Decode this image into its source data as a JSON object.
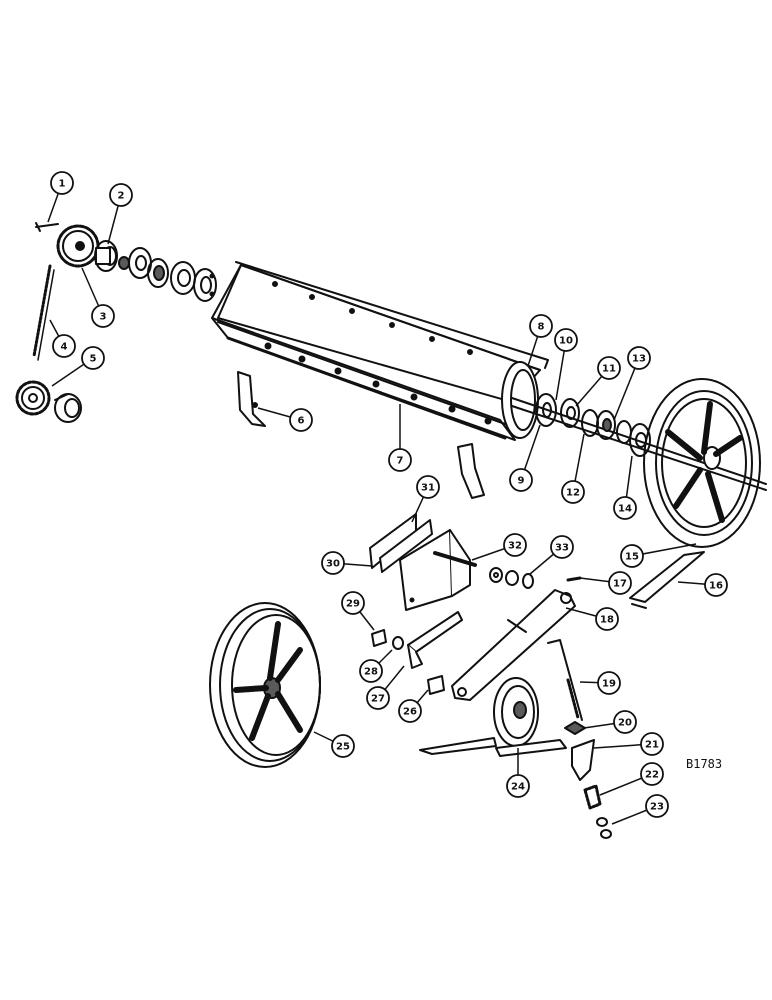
{
  "figure_id": "B1783",
  "colors": {
    "ink": "#111111",
    "paper": "#ffffff",
    "shade": "#5a5a5a"
  },
  "callouts": [
    {
      "id": "c1",
      "label": "1"
    },
    {
      "id": "c2",
      "label": "2"
    },
    {
      "id": "c3",
      "label": "3"
    },
    {
      "id": "c4",
      "label": "4"
    },
    {
      "id": "c5",
      "label": "5"
    },
    {
      "id": "c6",
      "label": "6"
    },
    {
      "id": "c7",
      "label": "7"
    },
    {
      "id": "c8",
      "label": "8"
    },
    {
      "id": "c9",
      "label": "9"
    },
    {
      "id": "c10",
      "label": "10"
    },
    {
      "id": "c11",
      "label": "11"
    },
    {
      "id": "c12",
      "label": "12"
    },
    {
      "id": "c13",
      "label": "13"
    },
    {
      "id": "c14",
      "label": "14"
    },
    {
      "id": "c15",
      "label": "15"
    },
    {
      "id": "c16",
      "label": "16"
    },
    {
      "id": "c17",
      "label": "17"
    },
    {
      "id": "c18",
      "label": "18"
    },
    {
      "id": "c19",
      "label": "19"
    },
    {
      "id": "c20",
      "label": "20"
    },
    {
      "id": "c21",
      "label": "21"
    },
    {
      "id": "c22",
      "label": "22"
    },
    {
      "id": "c23",
      "label": "23"
    },
    {
      "id": "c24",
      "label": "24"
    },
    {
      "id": "c25",
      "label": "25"
    },
    {
      "id": "c26",
      "label": "26"
    },
    {
      "id": "c27",
      "label": "27"
    },
    {
      "id": "c28",
      "label": "28"
    },
    {
      "id": "c29",
      "label": "29"
    },
    {
      "id": "c30",
      "label": "30"
    },
    {
      "id": "c31",
      "label": "31"
    },
    {
      "id": "c32",
      "label": "32"
    },
    {
      "id": "c33",
      "label": "33"
    }
  ]
}
